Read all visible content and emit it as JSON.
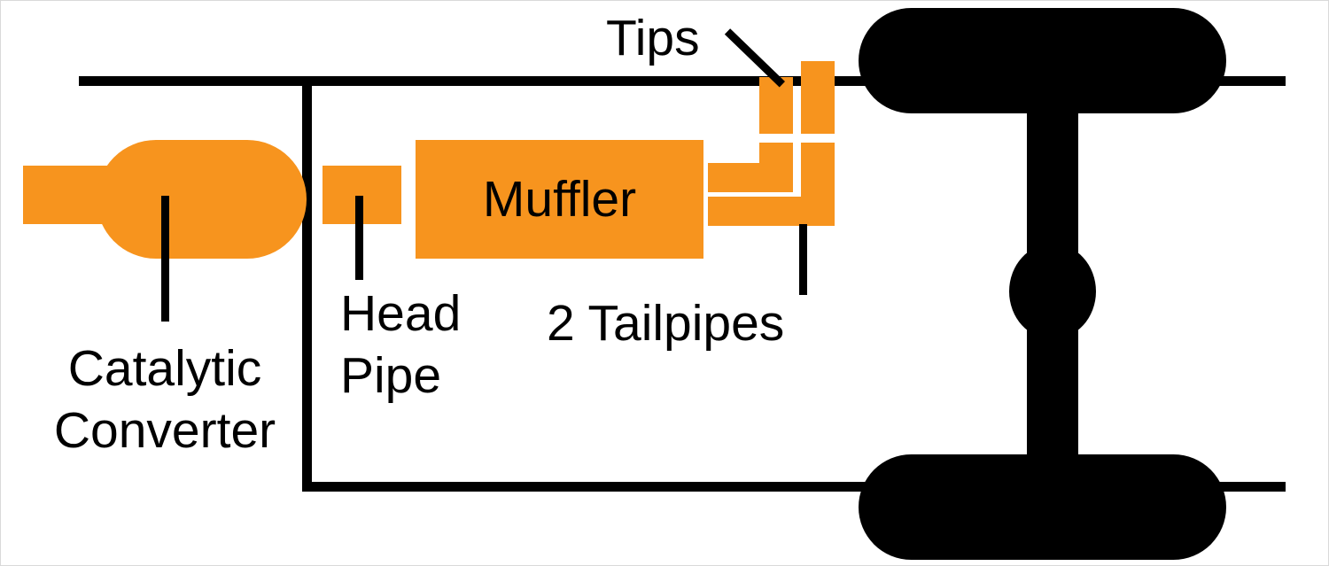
{
  "diagram": {
    "type": "exhaust-system-schematic",
    "labels": {
      "tips": "Tips",
      "muffler": "Muffler",
      "head_pipe": {
        "line1": "Head",
        "line2": "Pipe"
      },
      "tailpipes": "2 Tailpipes",
      "catalytic": {
        "line1": "Catalytic",
        "line2": "Converter"
      }
    },
    "components": [
      "Catalytic Converter",
      "Head Pipe",
      "Muffler",
      "2 Tailpipes",
      "Tips"
    ],
    "colors": {
      "pipe": "#F7941E",
      "ink": "#000000",
      "background": "#FFFFFF"
    }
  }
}
